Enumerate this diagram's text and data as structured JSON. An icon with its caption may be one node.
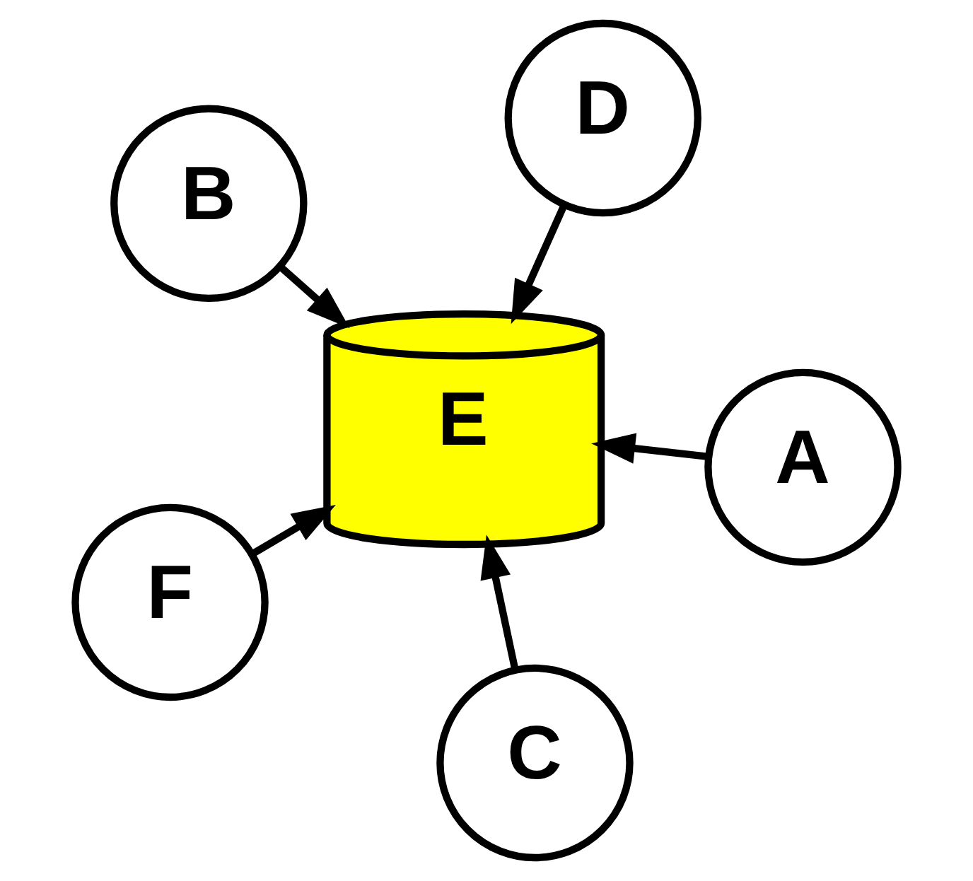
{
  "diagram": {
    "nodes": [
      {
        "text": [
          "B"
        ]
      },
      {
        "text": [
          "A"
        ]
      },
      {
        "text": [
          "C"
        ]
      },
      {
        "text": [
          "E"
        ]
      },
      {
        "text": [
          "D"
        ]
      },
      {
        "text": [
          "F"
        ]
      }
    ],
    "edges": [
      {
        "from": 1,
        "to": 3,
        "arrow": "to"
      },
      {
        "from": 0,
        "to": 3,
        "arrow": "to"
      },
      {
        "from": 2,
        "to": 3,
        "arrow": "to"
      },
      {
        "from": 4,
        "to": 3,
        "arrow": "to"
      },
      {
        "from": 5,
        "to": 3,
        "arrow": "to"
      }
    ]
  }
}
